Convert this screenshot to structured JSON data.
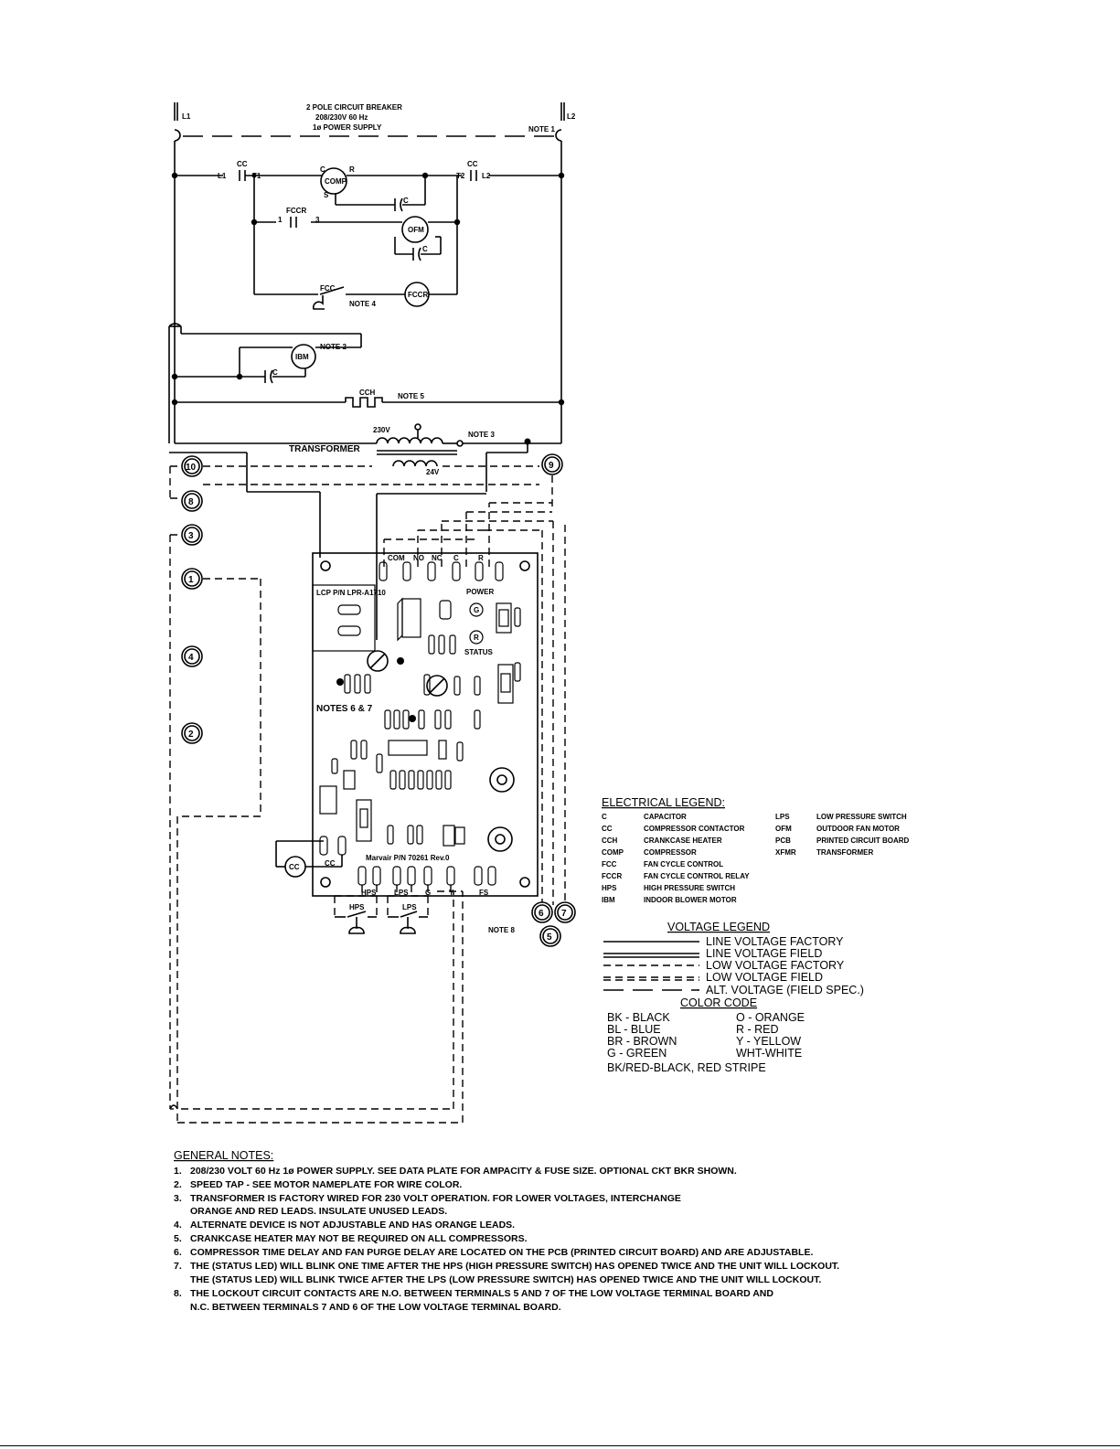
{
  "header": {
    "breaker_line1": "2 POLE CIRCUIT BREAKER",
    "breaker_line2": "208/230V 60 Hz",
    "breaker_line3": "1ø POWER SUPPLY",
    "l1": "L1",
    "l2": "L2",
    "note1": "NOTE 1"
  },
  "schematic": {
    "cc": "CC",
    "contact_l1": "L1",
    "contact_t1": "T1",
    "contact_t2": "T2",
    "contact_l2": "L2",
    "comp": "COMP",
    "comp_c": "C",
    "comp_r": "R",
    "comp_s": "S",
    "cap": "C",
    "fccr": "FCCR",
    "fccr_1": "1",
    "fccr_3": "3",
    "ofm": "OFM",
    "fcc": "FCC",
    "note4": "NOTE 4",
    "fccr_coil": "FCCR",
    "ibm": "IBM",
    "note2": "NOTE 2",
    "cch": "CCH",
    "note5": "NOTE 5",
    "v230": "230V",
    "note3": "NOTE 3",
    "transformer": "TRANSFORMER",
    "v24": "24V"
  },
  "terminals": {
    "t10": "10",
    "t9": "9",
    "t8": "8",
    "t3": "3",
    "t1": "1",
    "t4": "4",
    "t2": "2",
    "t6": "6",
    "t7": "7",
    "t5": "5",
    "note8": "NOTE 8"
  },
  "pcb": {
    "relay_terms": [
      "COM",
      "NO",
      "NC",
      "C",
      "R"
    ],
    "lcp": "LCP P/N LPR-A1710",
    "power": "POWER",
    "status": "STATUS",
    "led_g": "G",
    "led_r": "R",
    "notes_6_7": "NOTES 6 & 7",
    "marvair": "Marvair P/N 70261 Rev.0",
    "cc_label": "CC",
    "cc_coil": "CC",
    "bottom_terms": [
      "HPS",
      "LPS",
      "G",
      "Y",
      "FS"
    ],
    "hps_switch": "HPS",
    "lps_switch": "LPS"
  },
  "electrical_legend": {
    "title": "ELECTRICAL LEGEND:",
    "left": [
      [
        "C",
        "CAPACITOR"
      ],
      [
        "CC",
        "COMPRESSOR CONTACTOR"
      ],
      [
        "CCH",
        "CRANKCASE HEATER"
      ],
      [
        "COMP",
        "COMPRESSOR"
      ],
      [
        "FCC",
        "FAN CYCLE CONTROL"
      ],
      [
        "FCCR",
        "FAN CYCLE CONTROL RELAY"
      ],
      [
        "HPS",
        "HIGH PRESSURE SWITCH"
      ],
      [
        "IBM",
        "INDOOR BLOWER MOTOR"
      ]
    ],
    "right": [
      [
        "LPS",
        "LOW PRESSURE SWITCH"
      ],
      [
        "OFM",
        "OUTDOOR FAN MOTOR"
      ],
      [
        "PCB",
        "PRINTED CIRCUIT BOARD"
      ],
      [
        "XFMR",
        "TRANSFORMER"
      ]
    ]
  },
  "voltage_legend": {
    "title": "VOLTAGE LEGEND",
    "items": [
      "LINE VOLTAGE FACTORY",
      "LINE VOLTAGE FIELD",
      "LOW VOLTAGE FACTORY",
      "LOW VOLTAGE FIELD",
      "ALT. VOLTAGE (FIELD SPEC.)"
    ]
  },
  "color_code": {
    "title": "COLOR CODE",
    "left": [
      "BK - BLACK",
      "BL - BLUE",
      "BR - BROWN",
      "G - GREEN"
    ],
    "right": [
      "O - ORANGE",
      "R - RED",
      "Y - YELLOW",
      "WHT-WHITE"
    ],
    "footer": "BK/RED-BLACK, RED STRIPE"
  },
  "general_notes": {
    "title": "GENERAL NOTES:",
    "lines": [
      [
        "1.",
        "208/230 VOLT 60 Hz 1ø POWER SUPPLY. SEE DATA PLATE FOR AMPACITY & FUSE SIZE. OPTIONAL CKT BKR SHOWN."
      ],
      [
        "2.",
        "SPEED TAP - SEE MOTOR NAMEPLATE FOR WIRE COLOR."
      ],
      [
        "3.",
        "TRANSFORMER IS FACTORY WIRED FOR 230 VOLT OPERATION. FOR LOWER VOLTAGES, INTERCHANGE"
      ],
      [
        "",
        "ORANGE AND RED LEADS. INSULATE UNUSED LEADS."
      ],
      [
        "4.",
        "ALTERNATE DEVICE IS NOT ADJUSTABLE AND HAS ORANGE LEADS."
      ],
      [
        "5.",
        "CRANKCASE HEATER MAY NOT BE REQUIRED ON ALL COMPRESSORS."
      ],
      [
        "6.",
        "COMPRESSOR TIME DELAY AND FAN PURGE DELAY ARE LOCATED ON THE PCB (PRINTED CIRCUIT BOARD) AND ARE ADJUSTABLE."
      ],
      [
        "7.",
        "THE (STATUS LED) WILL BLINK ONE TIME AFTER THE HPS (HIGH PRESSURE SWITCH) HAS OPENED TWICE AND THE UNIT WILL LOCKOUT."
      ],
      [
        "",
        "THE (STATUS LED) WILL BLINK TWICE AFTER THE LPS (LOW PRESSURE SWITCH) HAS OPENED TWICE AND THE UNIT WILL LOCKOUT."
      ],
      [
        "8.",
        "THE LOCKOUT CIRCUIT CONTACTS ARE N.O. BETWEEN TERMINALS 5 AND 7 OF THE LOW VOLTAGE TERMINAL BOARD AND"
      ],
      [
        "",
        "N.C. BETWEEN TERMINALS 7 AND 6 OF THE LOW VOLTAGE TERMINAL BOARD."
      ]
    ]
  }
}
